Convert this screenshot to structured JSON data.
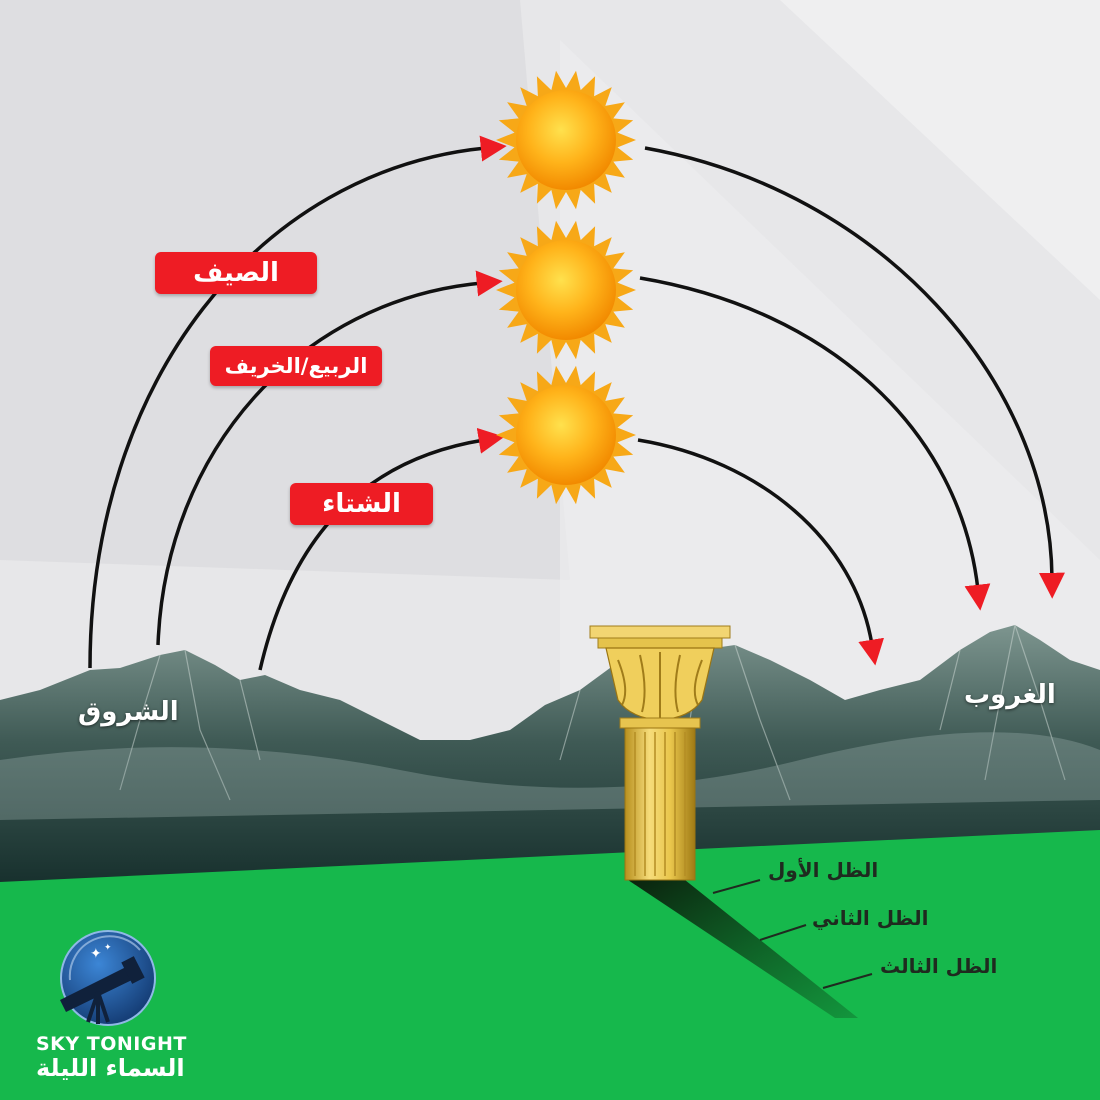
{
  "seasons": {
    "summer": "الصيف",
    "spring_autumn": "الربيع/الخريف",
    "winter": "الشتاء"
  },
  "places": {
    "sunrise": "الشروق",
    "sunset": "الغروب"
  },
  "shadows": {
    "first": "الظل الأول",
    "second": "الظل الثاني",
    "third": "الظل الثالث"
  },
  "brand": {
    "name_en": "SKY TONIGHT",
    "name_ar": "السماء الليلة"
  },
  "colors": {
    "label_bg": "#ee1c24",
    "arrow_head": "#ee1c24",
    "ground": "#16b84c",
    "sky": "#e6e6e8",
    "column": "#e9c84a",
    "logo": "#1f5fa8"
  },
  "icons": [
    "sun-icon",
    "column-icon",
    "telescope-icon",
    "mountain-range"
  ]
}
